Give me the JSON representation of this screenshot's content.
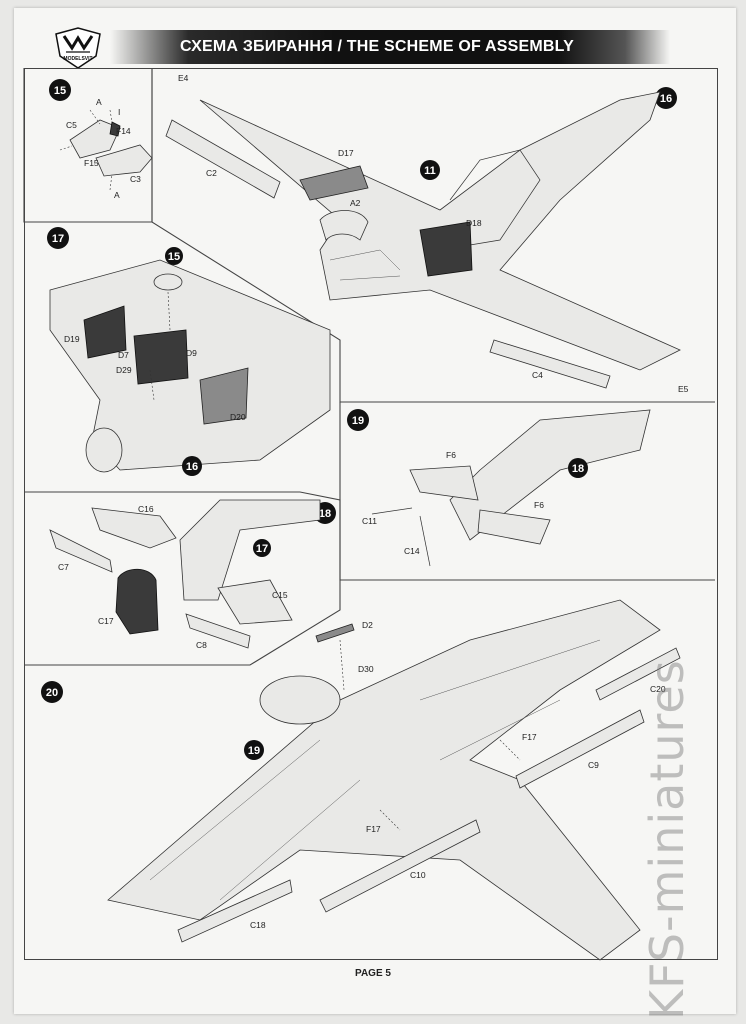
{
  "header": {
    "title": "СХЕМА ЗБИРАННЯ / THE SCHEME OF ASSEMBLY",
    "logo_text": "MODELSVIT"
  },
  "steps": [
    {
      "number": "15",
      "parts": [
        "A",
        "I",
        "C5",
        "F14",
        "F15",
        "C3",
        "A"
      ]
    },
    {
      "number": "16",
      "parts": [
        "E4",
        "C2",
        "D17",
        "A2",
        "D18",
        "C4",
        "E5"
      ],
      "subassembly": "11"
    },
    {
      "number": "17",
      "parts": [
        "D19",
        "D7",
        "D29",
        "D9",
        "D20"
      ],
      "subassemblies": [
        "15",
        "16"
      ]
    },
    {
      "number": "18",
      "parts": [
        "C16",
        "C7",
        "C17",
        "C15",
        "C8"
      ],
      "subassembly": "17"
    },
    {
      "number": "19",
      "parts": [
        "F6",
        "F6",
        "C11",
        "C14"
      ],
      "subassembly": "18"
    },
    {
      "number": "20",
      "parts": [
        "D2",
        "D30",
        "C20",
        "F17",
        "C9",
        "F17",
        "C10",
        "C18"
      ],
      "subassembly": "19"
    }
  ],
  "footer": {
    "page_label": "PAGE 5"
  },
  "watermark": {
    "text": "KFS-miniatures"
  },
  "colors": {
    "ink": "#222222",
    "paper": "#f6f6f4",
    "header_bar": "#111111"
  }
}
